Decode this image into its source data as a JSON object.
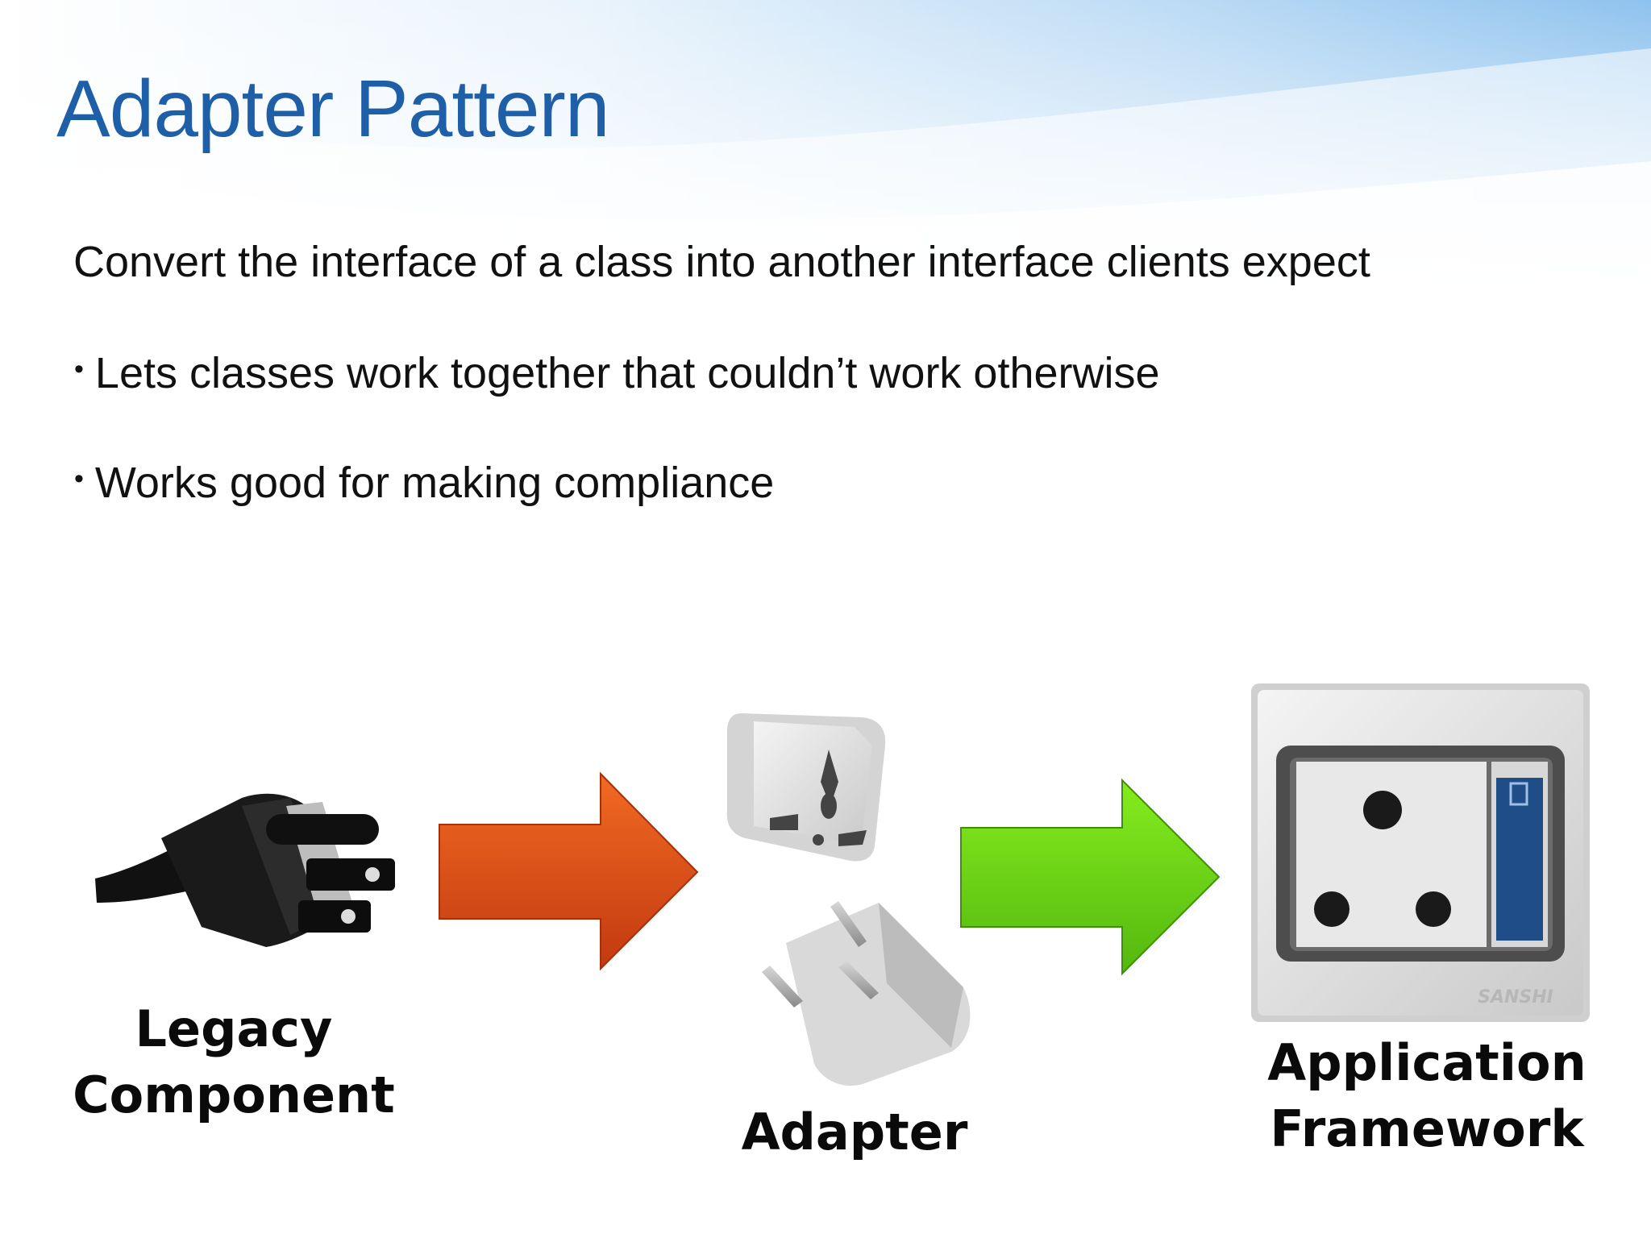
{
  "slide": {
    "title": "Adapter Pattern",
    "intro": "Convert the interface of a class into another interface clients expect",
    "bullets": [
      "Lets classes work together that couldn’t work otherwise",
      "Works good for making compliance"
    ],
    "bullet_symbol": "•"
  },
  "diagram": {
    "legacy_label": [
      "Legacy",
      "Component"
    ],
    "adapter_label": "Adapter",
    "framework_label": [
      "Application",
      "Framework"
    ],
    "socket_brand": "SANSHI",
    "colors": {
      "title": "#1f5fa8",
      "arrow_left": "#e0541c",
      "arrow_right": "#6fd81a",
      "socket_switch": "#1e4d88"
    },
    "icons": [
      "us-plug-icon",
      "right-arrow-orange-icon",
      "universal-adapter-icon",
      "right-arrow-green-icon",
      "wall-socket-icon"
    ]
  }
}
